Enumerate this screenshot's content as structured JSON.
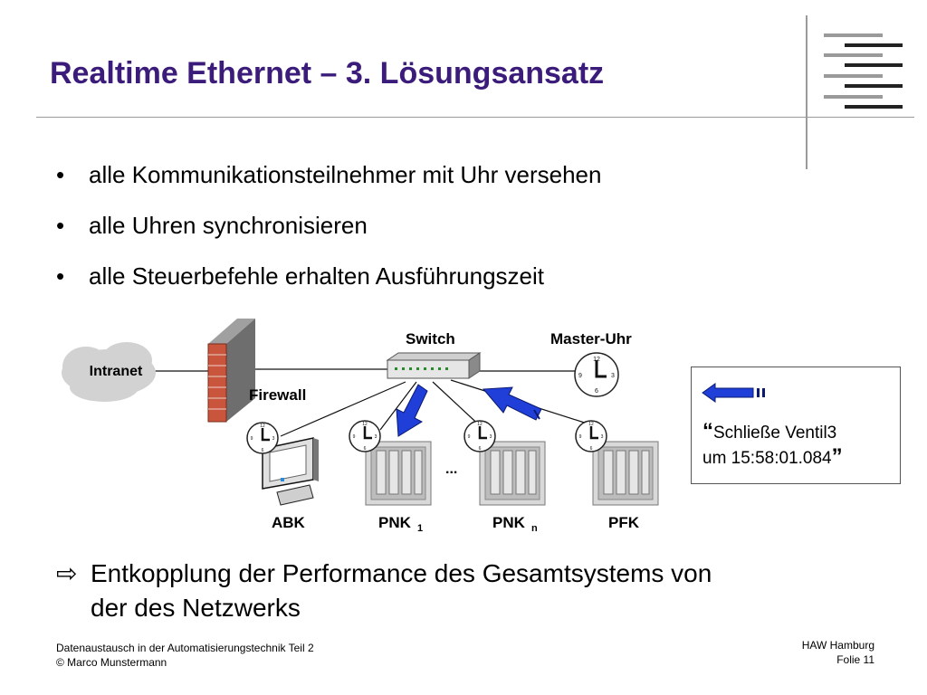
{
  "slide": {
    "title": "Realtime Ethernet – 3. Lösungsansatz",
    "bullets": [
      "alle Kommunikationsteilnehmer mit Uhr versehen",
      "alle Uhren synchronisieren",
      "alle Steuerbefehle erhalten Ausführungszeit"
    ],
    "bullet_symbol": "•",
    "conclusion_symbol": "⇨",
    "conclusion_line1": "Entkopplung der Performance des Gesamtsystems von",
    "conclusion_line2": "der des Netzwerks"
  },
  "diagram": {
    "intranet": "Intranet",
    "firewall": "Firewall",
    "switch": "Switch",
    "master_clock": "Master-Uhr",
    "ellipsis": "...",
    "nodes": {
      "abk": "ABK",
      "pnk1": "PNK",
      "pnk1_sub": "1",
      "pnkn": "PNK",
      "pnkn_sub": "n",
      "pfk": "PFK"
    },
    "command_open_quote": "“",
    "command_line1": "Schließe Ventil3",
    "command_line2": "um 15:58:01.084",
    "command_close_quote": "”"
  },
  "footer": {
    "course": "Datenaustausch in der Automatisierungstechnik  Teil 2",
    "author": "© Marco Munstermann",
    "institution": "HAW Hamburg",
    "slide_number": "Folie 11"
  },
  "colors": {
    "title": "#3b1c7a",
    "arrow_blue": "#1f3fd8",
    "firewall_brick": "#c8553c"
  }
}
